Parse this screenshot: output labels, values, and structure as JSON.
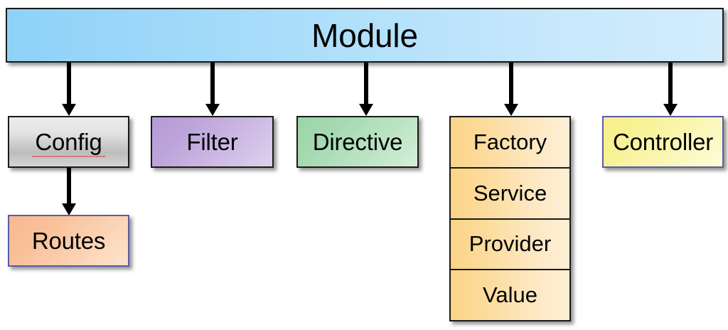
{
  "diagram": {
    "title": "Module",
    "root": {
      "label": "Module",
      "color": "#8ed2f8",
      "border_color": "#1a1a1a"
    },
    "children": [
      {
        "label": "Config",
        "color": "#d4d4d4",
        "border_color": "#1a1a1a",
        "spellcheck_underline": true,
        "child": {
          "label": "Routes",
          "color": "#f8b98f",
          "border_color": "#5b5ba8"
        }
      },
      {
        "label": "Filter",
        "color": "#b49ad6",
        "border_color": "#1a1a1a"
      },
      {
        "label": "Directive",
        "color": "#9ad4a8",
        "border_color": "#1a1a1a"
      },
      {
        "label": "Factory",
        "color": "#fbd487",
        "border_color": "#1a1a1a",
        "stack": [
          "Factory",
          "Service",
          "Provider",
          "Value"
        ]
      },
      {
        "label": "Controller",
        "color": "#f6f08b",
        "border_color": "#5b5ba8"
      }
    ],
    "stack_items": [
      {
        "label": "Factory"
      },
      {
        "label": "Service"
      },
      {
        "label": "Provider"
      },
      {
        "label": "Value"
      }
    ],
    "connectors": [
      {
        "from": "Module",
        "to": "Config"
      },
      {
        "from": "Module",
        "to": "Filter"
      },
      {
        "from": "Module",
        "to": "Directive"
      },
      {
        "from": "Module",
        "to": "Factory"
      },
      {
        "from": "Module",
        "to": "Controller"
      },
      {
        "from": "Config",
        "to": "Routes"
      }
    ]
  }
}
